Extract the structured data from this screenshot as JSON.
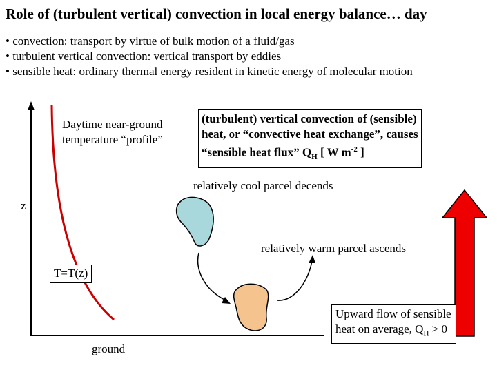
{
  "title": "Role of (turbulent vertical) convection in local energy balance… day",
  "bullets": [
    "• convection: transport by virtue of bulk motion of a fluid/gas",
    "• turbulent vertical convection: vertical transport by eddies",
    "• sensible heat: ordinary thermal energy resident in kinetic energy of molecular motion"
  ],
  "profile_label": {
    "line1": "Daytime near-ground",
    "line2": "temperature “profile”"
  },
  "flux_box": {
    "line1": "(turbulent) vertical convection of (sensible)",
    "line2": "heat, or “convective heat exchange”, causes",
    "line3_pre": "“sensible heat flux” Q",
    "line3_sub": "H",
    "line3_mid": " [ W m",
    "line3_sup": "-2",
    "line3_post": " ]"
  },
  "cool_parcel_label": "relatively cool parcel decends",
  "warm_parcel_label": "relatively warm parcel ascends",
  "axis_z_label": "z",
  "axis_ground_label": "ground",
  "profile_equation": "T=T(z)",
  "upward_box": {
    "line1": "Upward flow of sensible",
    "line2_pre": "heat on average, Q",
    "line2_sub": "H",
    "line2_post": " > 0"
  },
  "colors": {
    "profile_curve": "#cc0000",
    "cool_parcel": "#a8d8dc",
    "warm_parcel": "#f5c48e",
    "up_arrow": "#ee0000"
  }
}
